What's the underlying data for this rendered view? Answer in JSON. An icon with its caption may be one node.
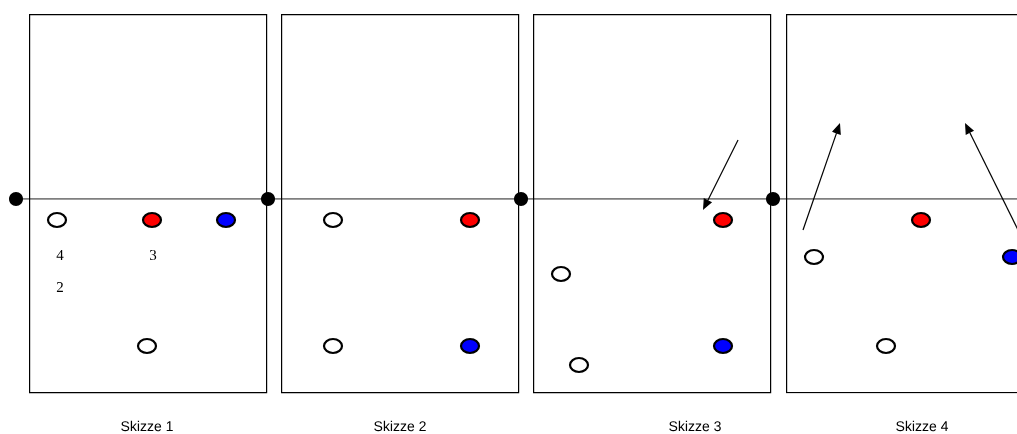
{
  "diagram": {
    "nodes": [
      {
        "text": [
          "Skizze 1"
        ]
      },
      {
        "text": [],
        "shape": "circle",
        "in": 0
      },
      {
        "text": [],
        "shape": "circle",
        "in": 0
      },
      {
        "text": [],
        "shape": "circle",
        "in": 0
      },
      {
        "text": [],
        "shape": "circle",
        "in": 0
      },
      {
        "text": [
          "Skizze 2"
        ]
      },
      {
        "text": [],
        "shape": "circle",
        "in": 5
      },
      {
        "text": [],
        "shape": "circle",
        "in": 5
      },
      {
        "text": [],
        "shape": "circle",
        "in": 5
      },
      {
        "text": [],
        "shape": "circle",
        "in": 5
      },
      {
        "text": [
          "Skizze 3"
        ]
      },
      {
        "text": [],
        "shape": "circle",
        "in": 10
      },
      {
        "text": [],
        "shape": "circle",
        "in": 10
      },
      {
        "text": [],
        "shape": "circle",
        "in": 10
      },
      {
        "text": [],
        "shape": "circle",
        "in": 10
      },
      {
        "text": [
          "Skizze 4"
        ]
      },
      {
        "text": [],
        "shape": "circle",
        "in": 15
      },
      {
        "text": [],
        "shape": "circle",
        "in": 15
      },
      {
        "text": [],
        "shape": "circle",
        "in": 15
      },
      {
        "text": [],
        "shape": "circle",
        "in": 15
      }
    ],
    "labels": [
      "4",
      "3",
      "2"
    ]
  }
}
